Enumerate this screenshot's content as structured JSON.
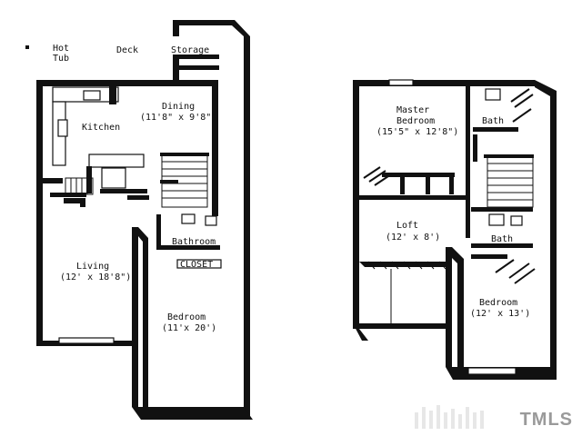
{
  "labels": {
    "hot_tub_1": "Hot",
    "hot_tub_2": "Tub",
    "deck": "Deck",
    "storage": "Storage",
    "dining": "Dining",
    "dining_size": "(11'8\" x 9'8\")",
    "kitchen": "Kitchen",
    "bathroom": "Bathroom",
    "closet": "CLOSET",
    "living": "Living",
    "living_size": "(12' x 18'8\")",
    "bedroom1": "Bedroom",
    "bedroom1_size": "(11'x 20')",
    "master_1": "Master",
    "master_2": "Bedroom",
    "master_size": "(15'5\" x 12'8\")",
    "bath_upper": "Bath",
    "loft": "Loft",
    "loft_size": "(12' x 8')",
    "bath_lower": "Bath",
    "bedroom2": "Bedroom",
    "bedroom2_size": "(12' x 13')"
  },
  "watermark": {
    "text": "TMLS"
  },
  "colors": {
    "ink": "#111111",
    "background": "#ffffff",
    "watermark": "#9a9a9a"
  }
}
